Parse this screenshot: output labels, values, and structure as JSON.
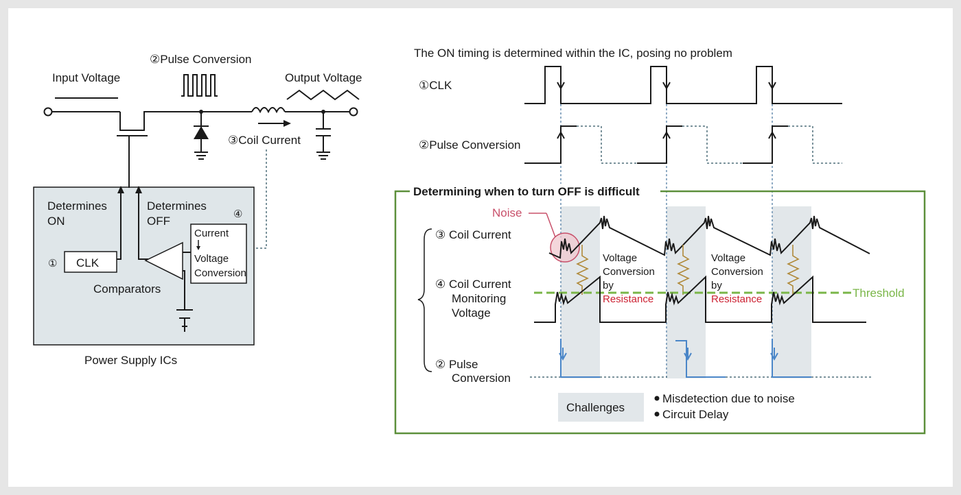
{
  "circuit": {
    "input_voltage": "Input Voltage",
    "pulse_conversion": "②Pulse Conversion",
    "output_voltage": "Output Voltage",
    "coil_current": "③Coil Current",
    "determines_on_1": "Determines",
    "determines_on_2": "ON",
    "determines_off_1": "Determines",
    "determines_off_2": "OFF",
    "marker_4": "④",
    "current": "Current",
    "voltage": "Voltage",
    "conversion": "Conversion",
    "marker_1": "①",
    "clk": "CLK",
    "comparators": "Comparators",
    "ic_label": "Power Supply  ICs"
  },
  "timing": {
    "top_note": "The ON timing is determined within the IC, posing no problem",
    "clk": "①CLK",
    "pulse_conversion": "②Pulse Conversion",
    "box_title": "Determining when to turn OFF is difficult",
    "noise": "Noise",
    "coil_current": "③ Coil Current",
    "monitor_1": "④ Coil Current",
    "monitor_2": "Monitoring",
    "monitor_3": "Voltage",
    "pulse_1": "② Pulse",
    "pulse_2": "Conversion",
    "vc_1": "Voltage",
    "vc_2": "Conversion",
    "vc_3": "by",
    "vc_4": "Resistance",
    "threshold": "Threshold",
    "challenges": "Challenges",
    "bullet_1": "Misdetection due to noise",
    "bullet_2": "Circuit Delay"
  },
  "colors": {
    "background": "#e6e6e6",
    "ic_fill": "#dfe6e9",
    "threshold_green": "#7ab648",
    "box_green": "#5c8f3a",
    "noise_red": "#c8506a",
    "resistance_red": "#cc2233",
    "pulse_blue": "#4a86c8",
    "shade": "#e2e7ea"
  }
}
